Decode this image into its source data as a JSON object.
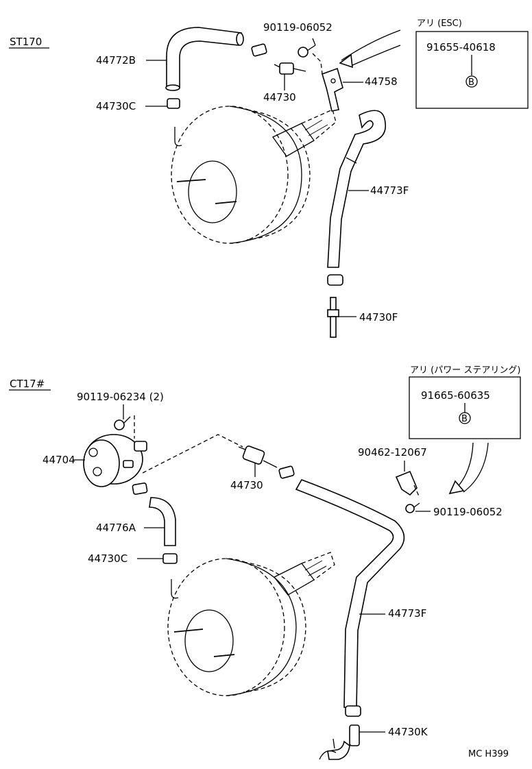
{
  "sections": {
    "top_model": "ST170",
    "bottom_model": "CT17#"
  },
  "top": {
    "labels": {
      "hose": "44772B",
      "clip": "44730C",
      "bolt": "90119-06052",
      "check_valve": "44730",
      "bracket": "44758",
      "vacuum_hose": "44773F",
      "union": "44730F"
    },
    "note_box": {
      "heading": "アリ (ESC)",
      "part_no": "91655-40618",
      "ref": "B"
    }
  },
  "bottom": {
    "labels": {
      "bolt_pair": "90119-06234 (2)",
      "pump": "44704",
      "check_valve": "44730",
      "hose": "44776A",
      "clip": "44730C",
      "clamp": "90462-12067",
      "bolt": "90119-06052",
      "vacuum_hose": "44773F",
      "union": "44730K"
    },
    "note_box": {
      "heading": "アリ (パワー ステアリング)",
      "part_no": "91665-60635",
      "ref": "B"
    }
  },
  "footer": {
    "code": "MC H399"
  }
}
